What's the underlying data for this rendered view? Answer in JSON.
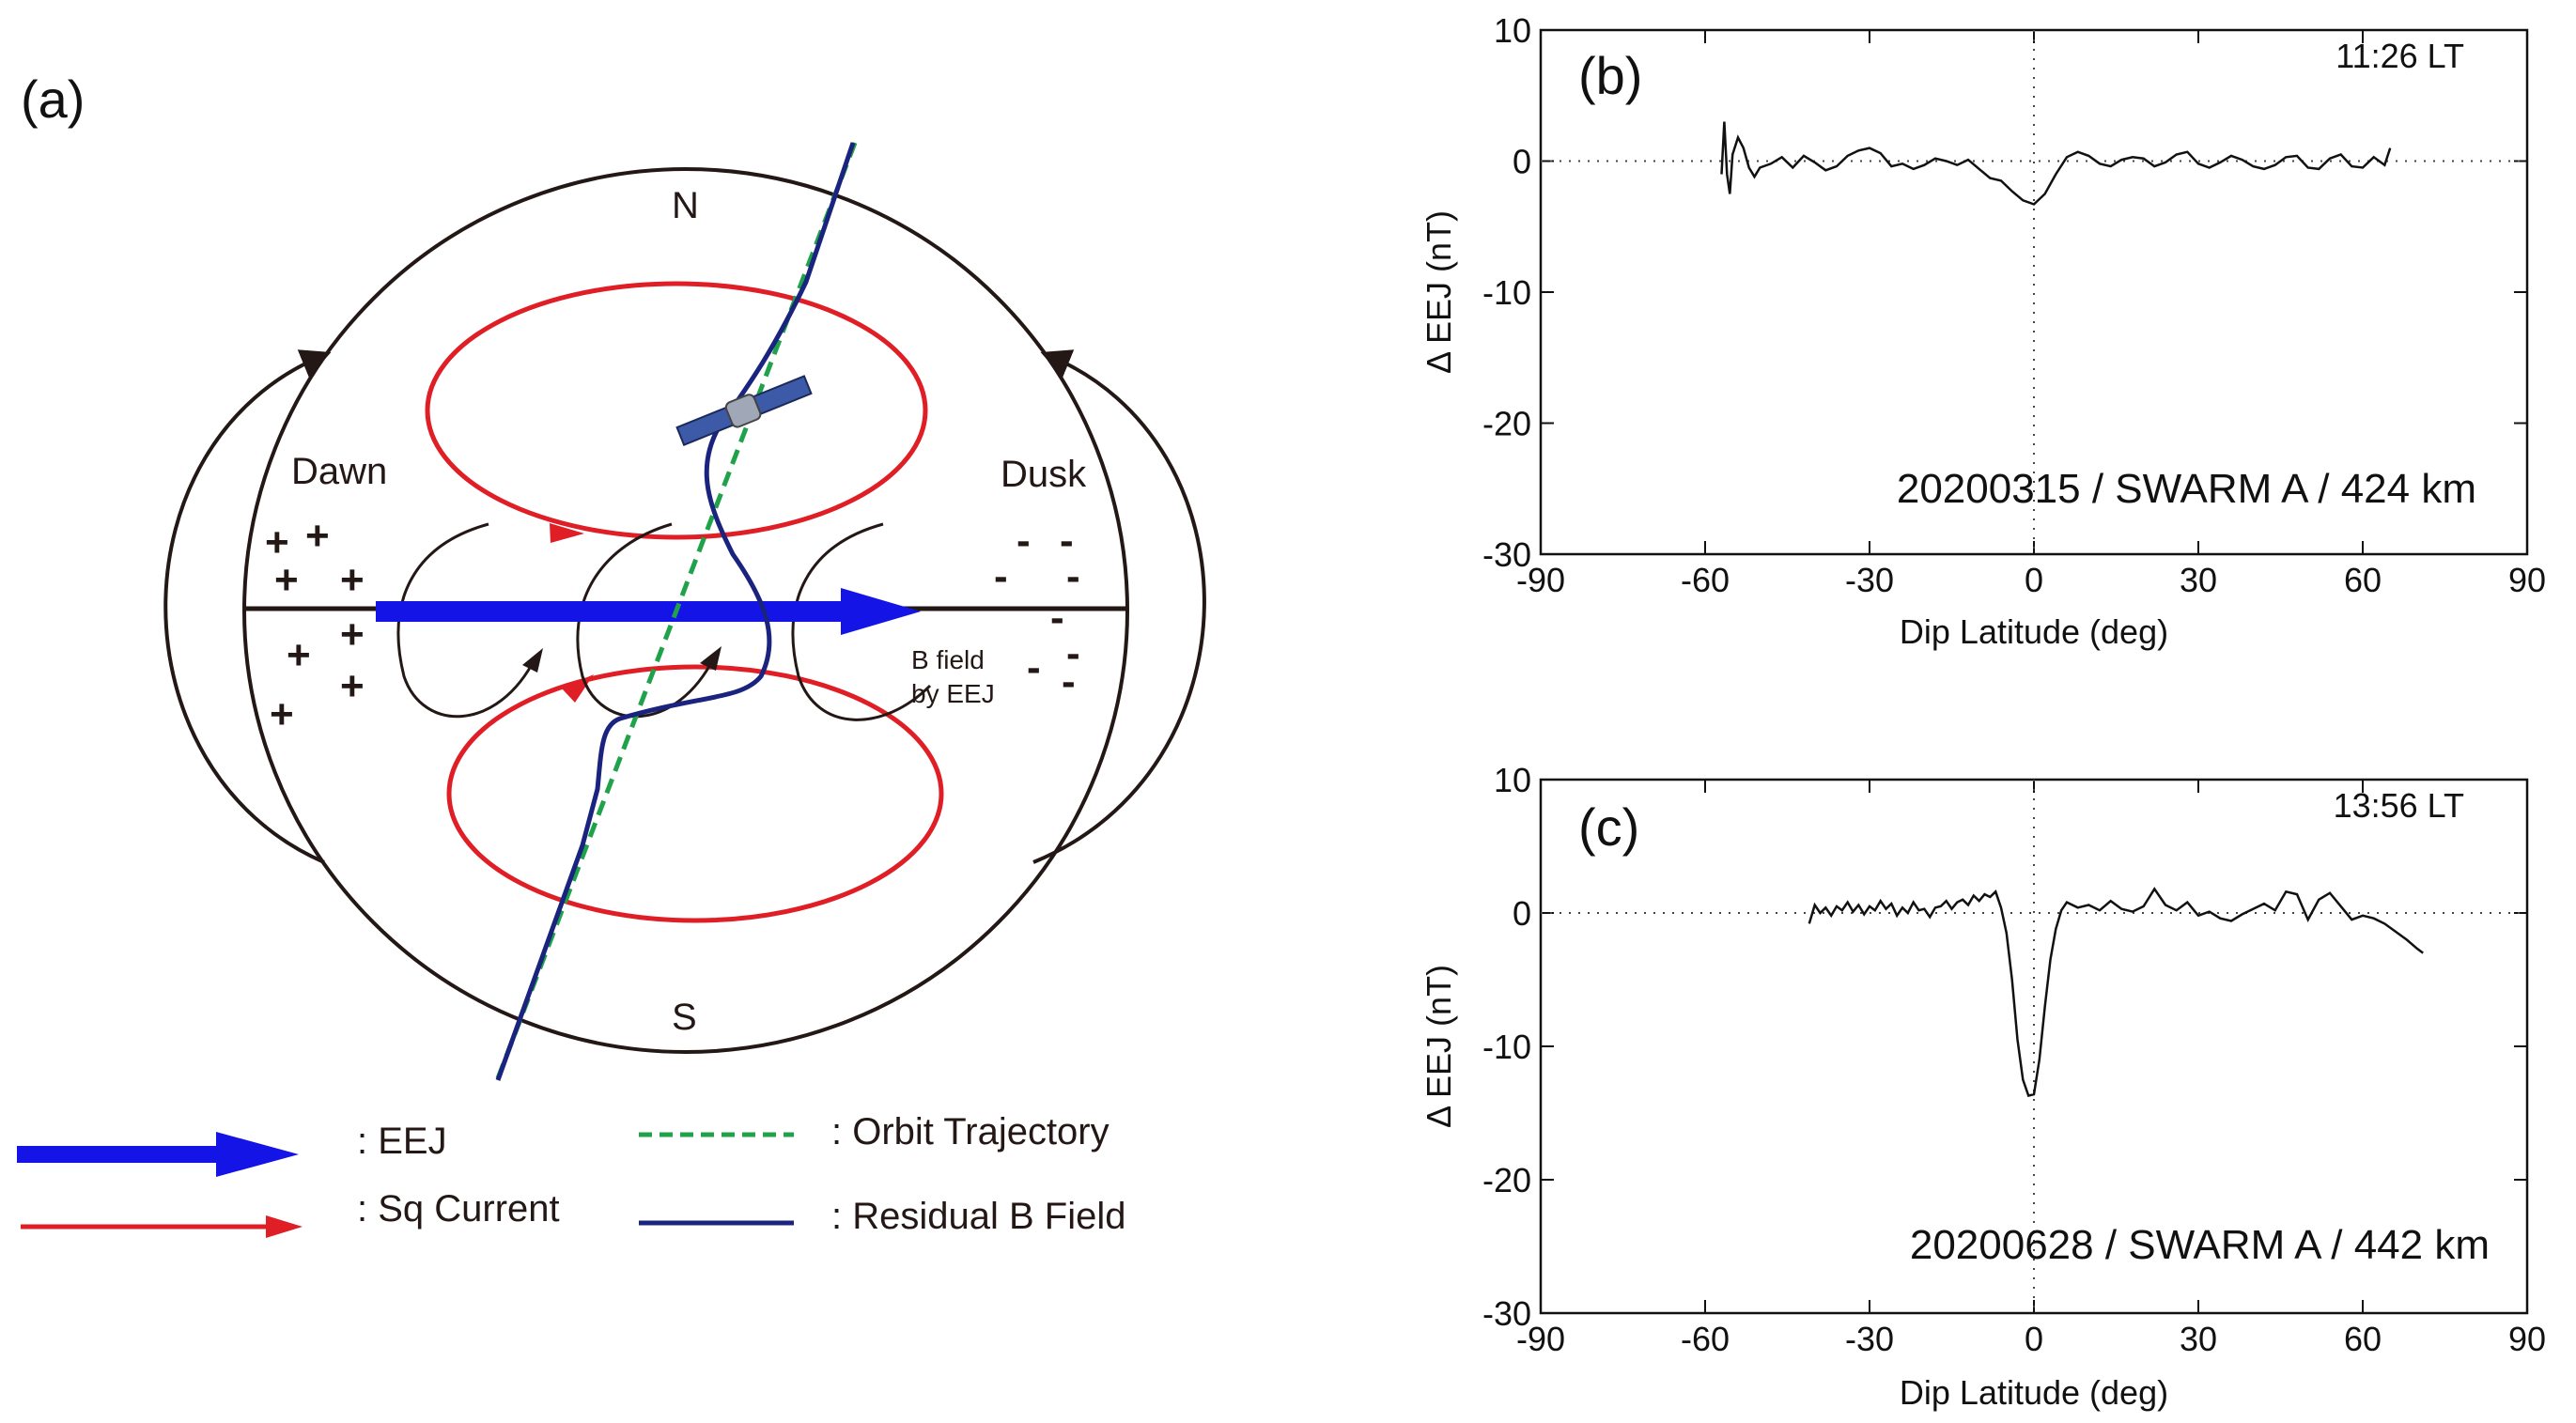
{
  "panel_a": {
    "label": "(a)",
    "north": "N",
    "south": "S",
    "dawn": "Dawn",
    "dusk": "Dusk",
    "bfield_line1": "B field",
    "bfield_line2": "by EEJ",
    "dawn_signs": [
      "+",
      "+",
      "+",
      "+",
      "+",
      "+",
      "+",
      "+",
      "+"
    ],
    "dusk_signs": [
      "-",
      "-",
      "-",
      "-",
      "-",
      "-",
      "-",
      "-",
      "-"
    ],
    "legend": {
      "eej": ": EEJ",
      "sq": ": Sq Current",
      "orbit": ": Orbit Trajectory",
      "residual": ": Residual B Field"
    },
    "colors": {
      "eej": "#1414e6",
      "sq": "#e01e25",
      "orbit": "#1fa24a",
      "residual": "#1a237e",
      "outline": "#231815"
    }
  },
  "chart_data": [
    {
      "type": "line",
      "panel_label": "(b)",
      "time_label": "11:26 LT",
      "annotation": "20200315 / SWARM A / 424 km",
      "xlabel": "Dip Latitude (deg)",
      "ylabel": "Δ EEJ  (nT)",
      "xlim": [
        -90,
        90
      ],
      "ylim": [
        -30,
        10
      ],
      "xticks": [
        -90,
        -60,
        -30,
        0,
        30,
        60,
        90
      ],
      "yticks": [
        10,
        0,
        -10,
        -20,
        -30
      ],
      "zero_lines": true,
      "series": [
        {
          "x": [
            -57,
            -56.5,
            -56,
            -55.5,
            -55,
            -54,
            -53,
            -52,
            -51,
            -50,
            -48,
            -46,
            -44,
            -42,
            -40,
            -38,
            -36,
            -34,
            -32,
            -30,
            -28,
            -26,
            -24,
            -22,
            -20,
            -18,
            -16,
            -14,
            -12,
            -10,
            -8,
            -6,
            -4,
            -2,
            0,
            2,
            4,
            6,
            8,
            10,
            12,
            14,
            16,
            18,
            20,
            22,
            24,
            26,
            28,
            30,
            32,
            34,
            36,
            38,
            40,
            42,
            44,
            46,
            48,
            50,
            52,
            54,
            56,
            58,
            60,
            62,
            64,
            65
          ],
          "y": [
            -1,
            3,
            -1,
            -2.5,
            0.5,
            1.8,
            1,
            -0.5,
            -1.2,
            -0.5,
            -0.2,
            0.3,
            -0.5,
            0.4,
            -0.1,
            -0.7,
            -0.4,
            0.4,
            0.8,
            1,
            0.6,
            -0.4,
            -0.2,
            -0.6,
            -0.3,
            0.2,
            0,
            -0.3,
            0.1,
            -0.6,
            -1.3,
            -1.5,
            -2.3,
            -3,
            -3.3,
            -2.5,
            -1,
            0.3,
            0.7,
            0.4,
            -0.2,
            -0.4,
            0.1,
            0.3,
            0.2,
            -0.4,
            -0.1,
            0.5,
            0.7,
            -0.2,
            -0.5,
            -0.1,
            0.4,
            0.1,
            -0.4,
            -0.6,
            -0.3,
            0.3,
            0.4,
            -0.5,
            -0.6,
            0.2,
            0.5,
            -0.4,
            -0.5,
            0.3,
            -0.3,
            1
          ]
        }
      ]
    },
    {
      "type": "line",
      "panel_label": "(c)",
      "time_label": "13:56 LT",
      "annotation": "20200628 / SWARM A / 442 km",
      "xlabel": "Dip Latitude (deg)",
      "ylabel": "Δ EEJ  (nT)",
      "xlim": [
        -90,
        90
      ],
      "ylim": [
        -30,
        10
      ],
      "xticks": [
        -90,
        -60,
        -30,
        0,
        30,
        60,
        90
      ],
      "yticks": [
        10,
        0,
        -10,
        -20,
        -30
      ],
      "zero_lines": true,
      "series": [
        {
          "x": [
            -41,
            -40,
            -39,
            -38,
            -37,
            -36,
            -35,
            -34,
            -33,
            -32,
            -31,
            -30,
            -29,
            -28,
            -27,
            -26,
            -25,
            -24,
            -23,
            -22,
            -21,
            -20,
            -19,
            -18,
            -17,
            -16,
            -15,
            -14,
            -13,
            -12,
            -11,
            -10,
            -9,
            -8,
            -7,
            -6,
            -5,
            -4,
            -3,
            -2,
            -1,
            0,
            1,
            2,
            3,
            4,
            5,
            6,
            8,
            10,
            12,
            14,
            16,
            18,
            20,
            22,
            24,
            26,
            28,
            30,
            32,
            34,
            36,
            38,
            40,
            42,
            44,
            46,
            48,
            50,
            52,
            54,
            56,
            58,
            60,
            62,
            64,
            66,
            68,
            70,
            71
          ],
          "y": [
            -0.8,
            0.6,
            0,
            0.4,
            -0.2,
            0.5,
            0.2,
            0.8,
            0.1,
            0.6,
            -0.1,
            0.5,
            0.2,
            0.9,
            0.3,
            0.7,
            -0.2,
            0.4,
            0,
            0.8,
            0.2,
            0.3,
            -0.3,
            0.4,
            0.5,
            0.9,
            0.3,
            0.8,
            1,
            0.6,
            1.3,
            0.9,
            1.4,
            1.2,
            1.6,
            0.4,
            -1.5,
            -5,
            -9.5,
            -12.5,
            -13.7,
            -13.6,
            -11,
            -7,
            -3.5,
            -1.2,
            0.2,
            0.8,
            0.4,
            0.6,
            0.2,
            0.9,
            0.3,
            0.1,
            0.5,
            1.8,
            0.6,
            0.2,
            0.8,
            -0.2,
            0.1,
            -0.4,
            -0.6,
            -0.1,
            0.3,
            0.7,
            0.2,
            1.6,
            1.4,
            -0.5,
            1,
            1.5,
            0.5,
            -0.5,
            -0.2,
            -0.4,
            -0.8,
            -1.4,
            -2,
            -2.7,
            -3
          ]
        }
      ]
    }
  ]
}
